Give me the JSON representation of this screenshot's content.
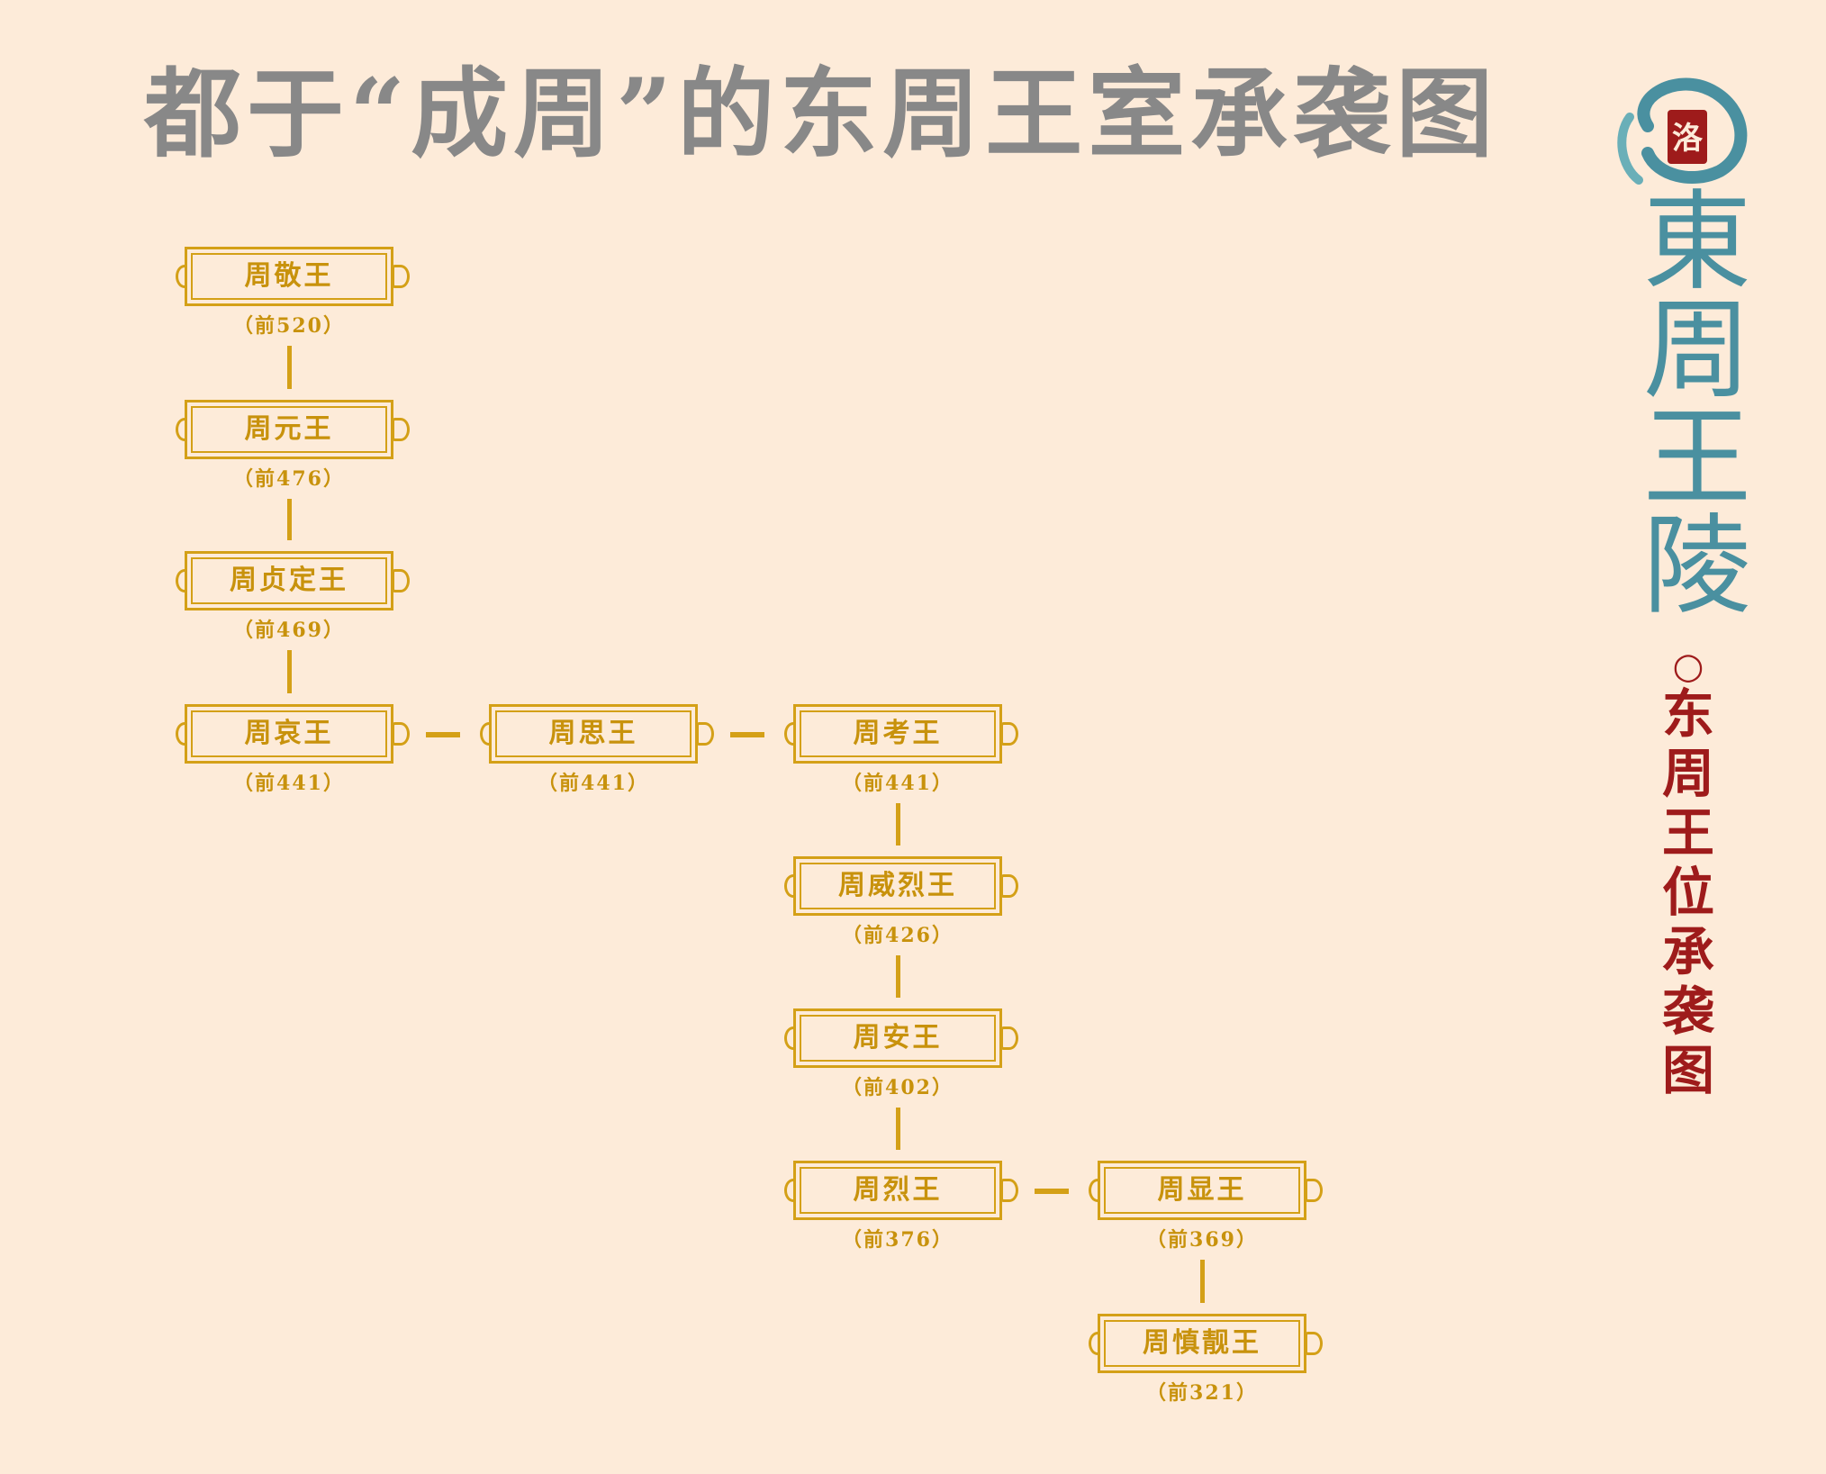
{
  "title": "都于“成周”的东周王室承袭图",
  "colors": {
    "title": "#888888",
    "gold": "#D4A017",
    "gold_text": "#C8920C",
    "side_title": "#9E1B1B",
    "logo_teal": "#4A90A0",
    "background": "#FDEBD9"
  },
  "kings": [
    {
      "name": "周敬王",
      "year": "（前520）"
    },
    {
      "name": "周元王",
      "year": "（前476）"
    },
    {
      "name": "周贞定王",
      "year": "（前469）"
    },
    {
      "name": "周哀王",
      "year": "（前441）"
    },
    {
      "name": "周思王",
      "year": "（前441）"
    },
    {
      "name": "周考王",
      "year": "（前441）"
    },
    {
      "name": "周威烈王",
      "year": "（前426）"
    },
    {
      "name": "周安王",
      "year": "（前402）"
    },
    {
      "name": "周烈王",
      "year": "（前376）"
    },
    {
      "name": "周显王",
      "year": "（前369）"
    },
    {
      "name": "周慎靓王",
      "year": "（前321）"
    }
  ],
  "side": {
    "logo_chars": [
      "東",
      "周",
      "王",
      "陵"
    ],
    "seal_char": "洛",
    "title_chars": [
      "东",
      "周",
      "王",
      "位",
      "承",
      "袭",
      "图"
    ]
  }
}
